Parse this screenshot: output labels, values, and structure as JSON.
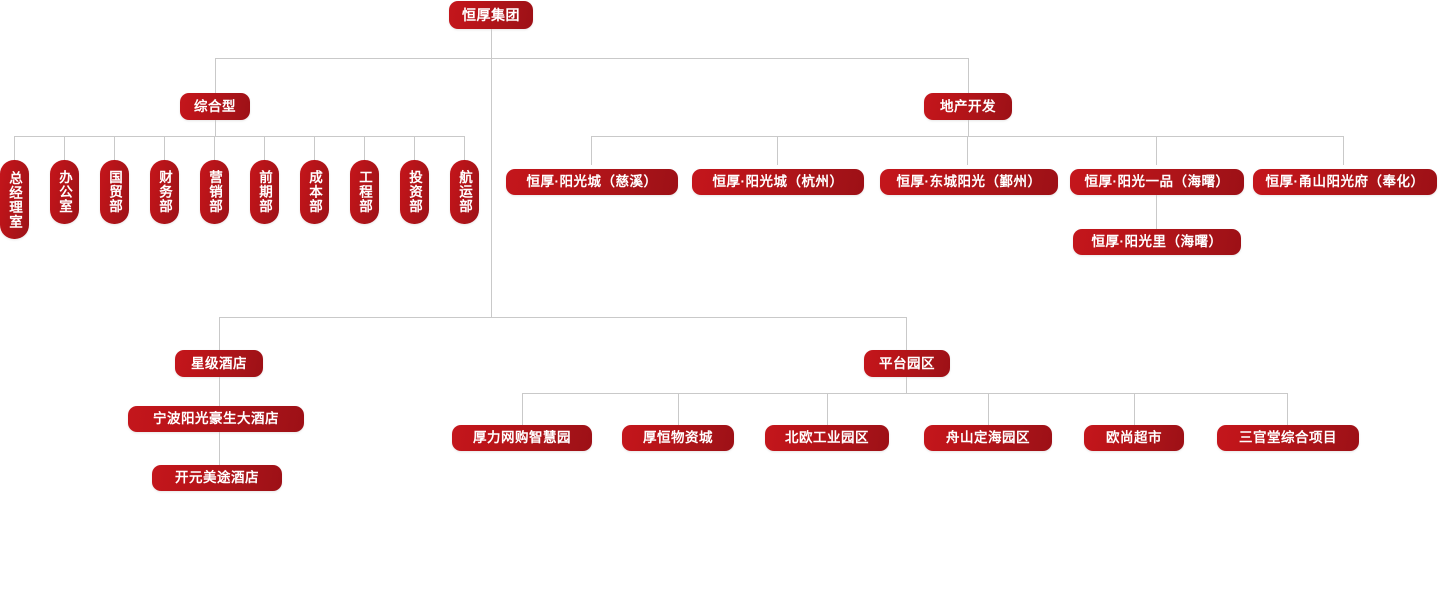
{
  "meta": {
    "title": "恒厚集团组织架构图",
    "node_color": "#B01419",
    "line_color": "#C9C9C9",
    "background": "#FFFFFF"
  },
  "root": {
    "label": "恒厚集团"
  },
  "divisions": {
    "comprehensive": {
      "label": "综合型"
    },
    "realestate": {
      "label": "地产开发"
    },
    "hotel": {
      "label": "星级酒店"
    },
    "park": {
      "label": "平台园区"
    }
  },
  "departments": [
    {
      "label": "总经理室"
    },
    {
      "label": "办公室"
    },
    {
      "label": "国贸部"
    },
    {
      "label": "财务部"
    },
    {
      "label": "营销部"
    },
    {
      "label": "前期部"
    },
    {
      "label": "成本部"
    },
    {
      "label": "工程部"
    },
    {
      "label": "投资部"
    },
    {
      "label": "航运部"
    }
  ],
  "realestate_projects": [
    {
      "label": "恒厚·阳光城（慈溪）"
    },
    {
      "label": "恒厚·阳光城（杭州）"
    },
    {
      "label": "恒厚·东城阳光（鄞州）"
    },
    {
      "label": "恒厚·阳光一品（海曙）"
    },
    {
      "label": "恒厚·甬山阳光府（奉化）"
    }
  ],
  "realestate_sub": [
    {
      "label": "恒厚·阳光里（海曙）",
      "parent": "恒厚·阳光一品（海曙）"
    }
  ],
  "hotels": [
    {
      "label": "宁波阳光豪生大酒店"
    },
    {
      "label": "开元美途酒店"
    }
  ],
  "park_projects": [
    {
      "label": "厚力网购智慧园"
    },
    {
      "label": "厚恒物资城"
    },
    {
      "label": "北欧工业园区"
    },
    {
      "label": "舟山定海园区"
    },
    {
      "label": "欧尚超市"
    },
    {
      "label": "三官堂综合项目"
    }
  ]
}
